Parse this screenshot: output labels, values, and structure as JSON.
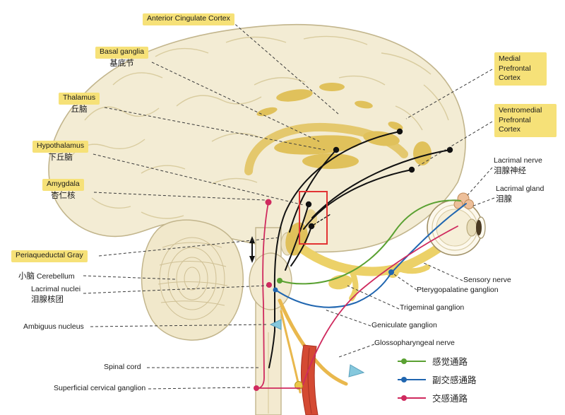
{
  "labels": {
    "acc": {
      "en": "Anterior Cingulate Cortex"
    },
    "basal_ganglia": {
      "en": "Basal ganglia",
      "zh": "基底节"
    },
    "thalamus": {
      "en": "Thalamus",
      "zh": "丘脑"
    },
    "hypothalamus": {
      "en": "Hypothalamus",
      "zh": "下丘脑"
    },
    "amygdala": {
      "en": "Amygdala",
      "zh": "杏仁核"
    },
    "pag": {
      "en": "Periaqueductal Gray"
    },
    "cerebellum": {
      "zh": "小脑",
      "en": "Cerebellum"
    },
    "lacrimal_nuclei": {
      "en": "Lacrimal nuclei",
      "zh": "泪腺核团"
    },
    "ambiguus": {
      "en": "Ambiguus nucleus"
    },
    "spinal_cord": {
      "en": "Spinal cord"
    },
    "scg": {
      "en": "Superficial cervical ganglion"
    },
    "mpfc": {
      "en": "Medial Prefrontal Cortex"
    },
    "vmpfc": {
      "en": "Ventromedial Prefrontal Cortex"
    },
    "lacrimal_nerve": {
      "en": "Lacrimal nerve",
      "zh": "泪腺神经"
    },
    "lacrimal_gland": {
      "en": "Lacrimal gland",
      "zh": "泪腺"
    },
    "sensory_nerve": {
      "en": "Sensory nerve"
    },
    "pterygopalatine": {
      "en": "Pterygopalatine ganglion"
    },
    "trigeminal": {
      "en": "Trigeminal ganglion"
    },
    "geniculate": {
      "en": "Geniculate ganglion"
    },
    "glossopharyngeal": {
      "en": "Glossopharyngeal nerve"
    }
  },
  "legend": [
    {
      "label": "感觉通路",
      "color": "#5aa132"
    },
    {
      "label": "副交感通路",
      "color": "#2066b0"
    },
    {
      "label": "交感通路",
      "color": "#cf2a5e"
    }
  ],
  "colors": {
    "highlight": "#f6e178",
    "brain": "#f3ecd4",
    "gold": "#e0bf55",
    "red_box": "#e23333"
  }
}
